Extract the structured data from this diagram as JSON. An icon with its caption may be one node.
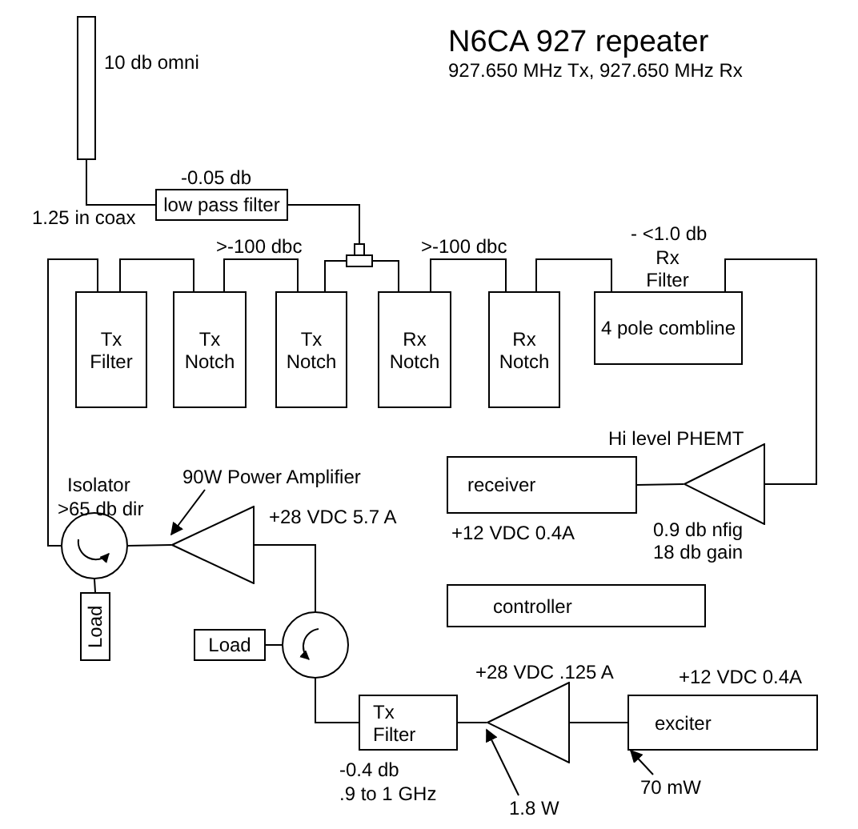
{
  "diagram": {
    "title": "N6CA 927 repeater",
    "nodes": [
      {
        "text": [],
        "shape": "bar",
        "beside": [
          "10 db omni"
        ]
      },
      {
        "text": [
          "low pass filter"
        ],
        "beside": [
          "-0.05 db"
        ]
      },
      {
        "text": [],
        "shape": "box"
      },
      {
        "text": [
          "Tx Filter"
        ]
      },
      {
        "text": [
          "Tx Notch"
        ]
      },
      {
        "text": [
          "Tx Notch"
        ]
      },
      {
        "text": [
          "Rx Notch"
        ]
      },
      {
        "text": [
          "Rx Notch"
        ]
      },
      {
        "text": [
          "4 pole combline"
        ],
        "beside": [
          "- <1.0 db",
          "Rx Filter"
        ]
      },
      {
        "text": [],
        "shape": "circle",
        "beside": [
          "Isolator",
          ">65 db dir"
        ]
      },
      {
        "text": [
          "Load"
        ]
      },
      {
        "text": [],
        "shape": "triangle",
        "beside": [
          "+28 VDC 5.7 A"
        ]
      },
      {
        "text": [
          "90W Power Amplifier"
        ]
      },
      {
        "text": [],
        "shape": "circle"
      },
      {
        "text": [
          "Load"
        ]
      },
      {
        "text": [
          "Tx Filter"
        ],
        "beside": [
          "-0.4 db",
          ".9 to 1 GHz"
        ]
      },
      {
        "text": [],
        "shape": "triangle",
        "beside": [
          "+28 VDC .125 A"
        ]
      },
      {
        "text": [
          "exciter"
        ],
        "beside": [
          "+12 VDC 0.4A"
        ]
      },
      {
        "text": [
          "1.8 W"
        ]
      },
      {
        "text": [
          "70 mW"
        ]
      },
      {
        "text": [
          "receiver"
        ],
        "beside": [
          "+12 VDC 0.4A"
        ]
      },
      {
        "text": [],
        "shape": "triangle",
        "beside": [
          "Hi level PHEMT",
          "0.9 db nfig",
          "18 db gain"
        ]
      },
      {
        "text": [
          "controller"
        ]
      }
    ],
    "edges": [
      {
        "from": 0,
        "to": 1,
        "arrow": "none"
      },
      {
        "from": 1,
        "to": 2,
        "arrow": "none"
      },
      {
        "from": 3,
        "to": 4,
        "arrow": "none"
      },
      {
        "from": 4,
        "to": 5,
        "arrow": "none"
      },
      {
        "from": 5,
        "to": 2,
        "arrow": "none"
      },
      {
        "from": 2,
        "to": 6,
        "arrow": "none"
      },
      {
        "from": 6,
        "to": 7,
        "arrow": "none"
      },
      {
        "from": 7,
        "to": 8,
        "arrow": "none"
      },
      {
        "from": 8,
        "to": 21,
        "arrow": "none"
      },
      {
        "from": 21,
        "to": 20,
        "arrow": "none"
      },
      {
        "from": 3,
        "to": 9,
        "arrow": "none"
      },
      {
        "from": 9,
        "to": 10,
        "arrow": "none"
      },
      {
        "from": 9,
        "to": 11,
        "arrow": "none"
      },
      {
        "from": 12,
        "to": 11,
        "arrow": "to"
      },
      {
        "from": 11,
        "to": 13,
        "arrow": "none"
      },
      {
        "from": 14,
        "to": 13,
        "arrow": "none"
      },
      {
        "from": 13,
        "to": 15,
        "arrow": "none"
      },
      {
        "from": 15,
        "to": 16,
        "arrow": "none"
      },
      {
        "from": 16,
        "to": 17,
        "arrow": "none"
      },
      {
        "from": 18,
        "to": 16,
        "arrow": "to"
      },
      {
        "from": 19,
        "to": 17,
        "arrow": "to"
      }
    ],
    "labels": [
      "927.650 MHz Tx, 927.650 MHz Rx",
      "1.25 in coax",
      ">-100 dbc",
      ">-100 dbc"
    ]
  }
}
